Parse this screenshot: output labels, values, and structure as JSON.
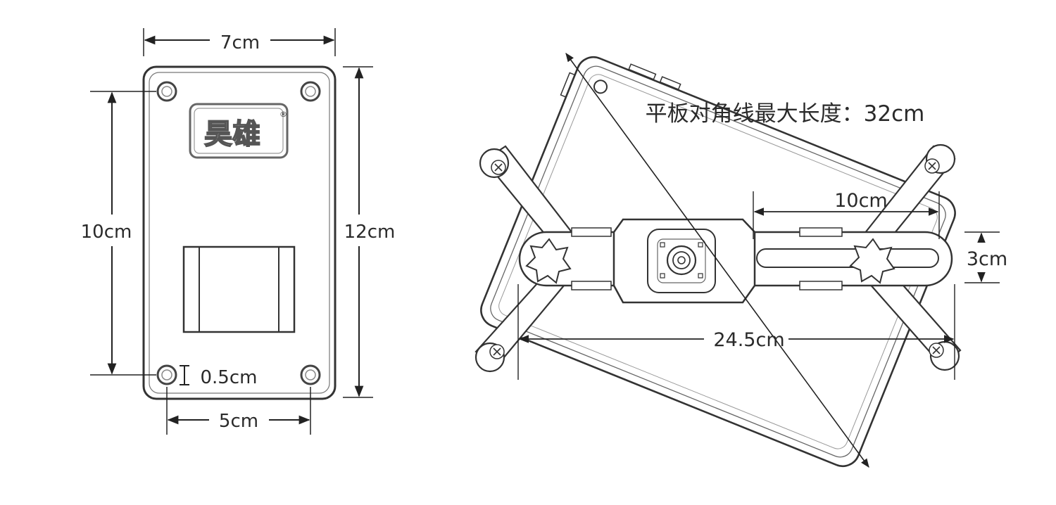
{
  "plate": {
    "logo_text": "昊雄",
    "logo_mark": "®",
    "dim_width": "7cm",
    "dim_height": "12cm",
    "dim_hole_vertical": "10cm",
    "dim_hole_horizontal": "5cm",
    "dim_hole": "0.5cm"
  },
  "tablet_holder": {
    "diagonal_note": "平板对角线最大长度：32cm",
    "dim_slot": "10cm",
    "dim_bar_height": "3cm",
    "dim_span": "24.5cm"
  }
}
